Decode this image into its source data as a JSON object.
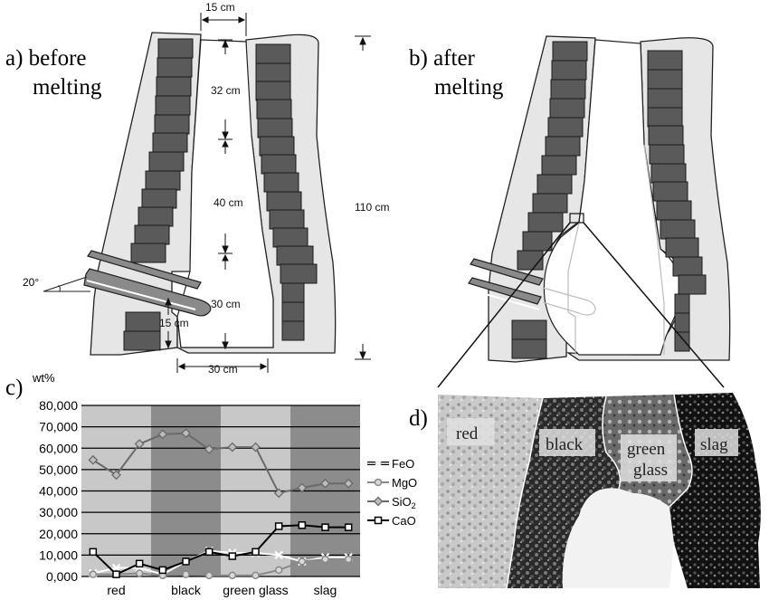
{
  "panel_a": {
    "label_line1": "a) before",
    "label_line2": "melting",
    "dims": {
      "top_gap": "15 cm",
      "seg1": "32 cm",
      "seg2": "40 cm",
      "seg3": "30 cm",
      "total": "110 cm",
      "angle": "20°",
      "pipe_height": "15 cm",
      "bottom_width": "30 cm"
    }
  },
  "panel_b": {
    "label_line1": "b) after",
    "label_line2": "melting"
  },
  "panel_c": {
    "label": "c)",
    "ylabel": "wt%"
  },
  "panel_d": {
    "label": "d)",
    "zones": [
      "red",
      "black",
      "green glass",
      "slag"
    ]
  },
  "colors": {
    "brick": "#5a5a5a",
    "wall": "#e6e6e6",
    "band_light": "#c8c8c8",
    "band_dark": "#8c8c8c"
  },
  "chart_data": {
    "type": "line",
    "categories": [
      "red",
      "black",
      "green glass",
      "slag"
    ],
    "x": [
      1,
      2,
      3,
      4,
      5,
      6,
      7,
      8,
      9,
      10,
      11,
      12
    ],
    "ylim": [
      0,
      80000
    ],
    "yticks": [
      "0,000",
      "10,000",
      "20,000",
      "30,000",
      "40,000",
      "50,000",
      "60,000",
      "70,000",
      "80,000"
    ],
    "ylabel": "wt%",
    "grid": true,
    "legend": "right",
    "series": [
      {
        "name": "FeO",
        "marker": "x",
        "color": "#ffffff",
        "values": [
          1500,
          4000,
          4000,
          1000,
          7000,
          12000,
          11000,
          11000,
          10000,
          7000,
          9000,
          9000
        ]
      },
      {
        "name": "MgO",
        "marker": "circle",
        "color": "#888888",
        "values": [
          1000,
          1000,
          1500,
          500,
          1000,
          500,
          500,
          500,
          3000,
          7000,
          8000,
          8000
        ]
      },
      {
        "name": "SiO",
        "name_sub": "2",
        "marker": "diamond",
        "color": "#6a6a6a",
        "values": [
          54500,
          47500,
          62000,
          66500,
          67000,
          59500,
          60500,
          60500,
          39000,
          41500,
          43500,
          43500
        ]
      },
      {
        "name": "CaO",
        "marker": "square",
        "color": "#000000",
        "values": [
          11500,
          1000,
          6000,
          3000,
          7000,
          11500,
          9500,
          11500,
          23500,
          24000,
          23000,
          23000
        ]
      }
    ]
  }
}
